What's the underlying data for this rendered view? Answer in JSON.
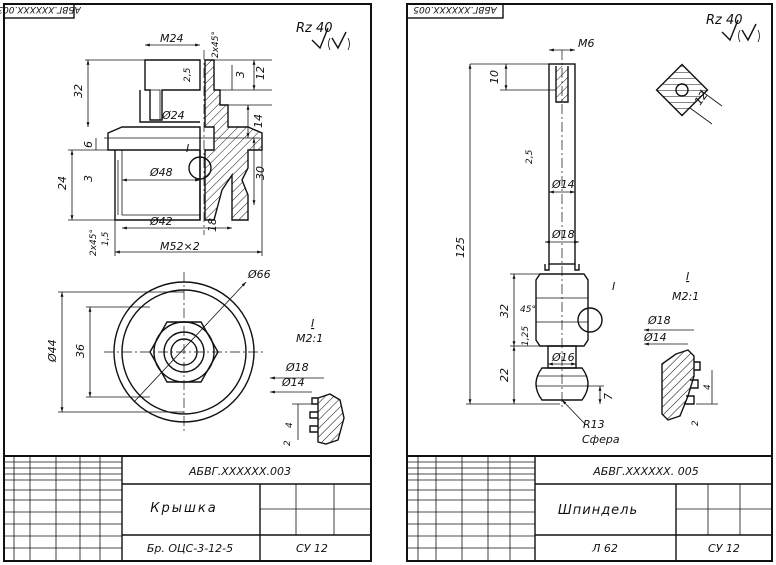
{
  "sheets": [
    {
      "corner_code": "АБВГ.XXXXXX.003",
      "roughness": "Rz 40",
      "title_code": "АБВГ.XXXXXX.003",
      "part_name": "Крышка",
      "material": "Бр. ОЦС-3-12-5",
      "scale_std": "СУ 12",
      "detail_label": "I",
      "detail_scale": "М2:1",
      "dims": {
        "m24": "М24",
        "chamfer_top": "2x45°",
        "d32": "32",
        "d2_5": "2,5",
        "d3a": "3",
        "d12": "12",
        "phi24": "Ø24",
        "d14": "14",
        "d6": "6",
        "d24": "24",
        "d3b": "3",
        "phi48": "Ø48",
        "d30": "30",
        "phi42": "Ø42",
        "d18": "18",
        "chamfer_bot": "2x45°",
        "d1_5": "1,5",
        "m52": "М52×2",
        "phi66": "Ø66",
        "phi44": "Ø44",
        "d36": "36",
        "det_phi18": "Ø18",
        "det_phi14": "Ø14",
        "det_4": "4",
        "det_2": "2"
      }
    },
    {
      "corner_code": "АБВГ.XXXXXX.005",
      "roughness": "Rz 40",
      "title_code": "АБВГ.XXXXXX. 005",
      "part_name": "Шпиндель",
      "material": "Л 62",
      "scale_std": "СУ 12",
      "detail_label": "I",
      "detail_scale": "М2:1",
      "dims": {
        "m6": "М6",
        "d10": "10",
        "d12": "12",
        "d2_5": "2,5",
        "phi14": "Ø14",
        "d125": "125",
        "phi18": "Ø18",
        "a45": "45°",
        "d32": "32",
        "d1_25": "1,25",
        "phi16": "Ø16",
        "d22": "22",
        "d7": "7",
        "r13": "R13",
        "sphere": "Сфера",
        "det_phi18": "Ø18",
        "det_phi14": "Ø14",
        "det_4": "4",
        "det_2": "2"
      }
    }
  ]
}
